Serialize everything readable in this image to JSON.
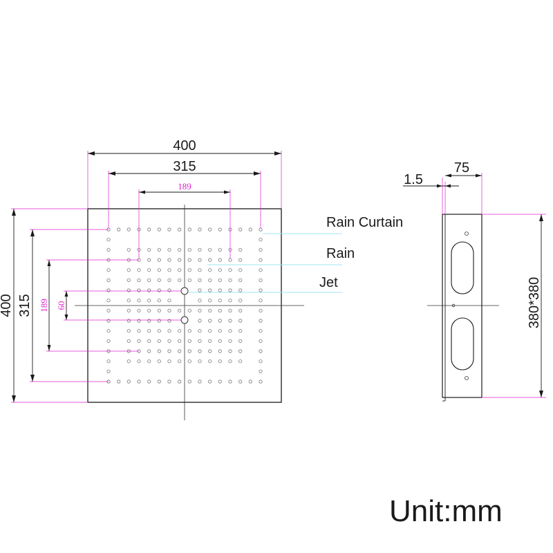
{
  "front_view": {
    "dim_width_outer": "400",
    "dim_width_mid": "315",
    "dim_width_inner": "189",
    "dim_height_outer": "400",
    "dim_height_mid": "315",
    "dim_height_inner": "189",
    "dim_jet_spacing": "60"
  },
  "legend": {
    "rain_curtain": "Rain Curtain",
    "rain": "Rain",
    "jet": "Jet"
  },
  "side_view": {
    "dim_thickness": "1.5",
    "dim_depth": "75",
    "dim_size": "380*380"
  },
  "unit_label": "Unit:mm",
  "colors": {
    "line": "#1a1a1a",
    "dimension_magenta": "#e020d0",
    "leader_cyan": "#9fe6f0",
    "hole": "#777777"
  }
}
